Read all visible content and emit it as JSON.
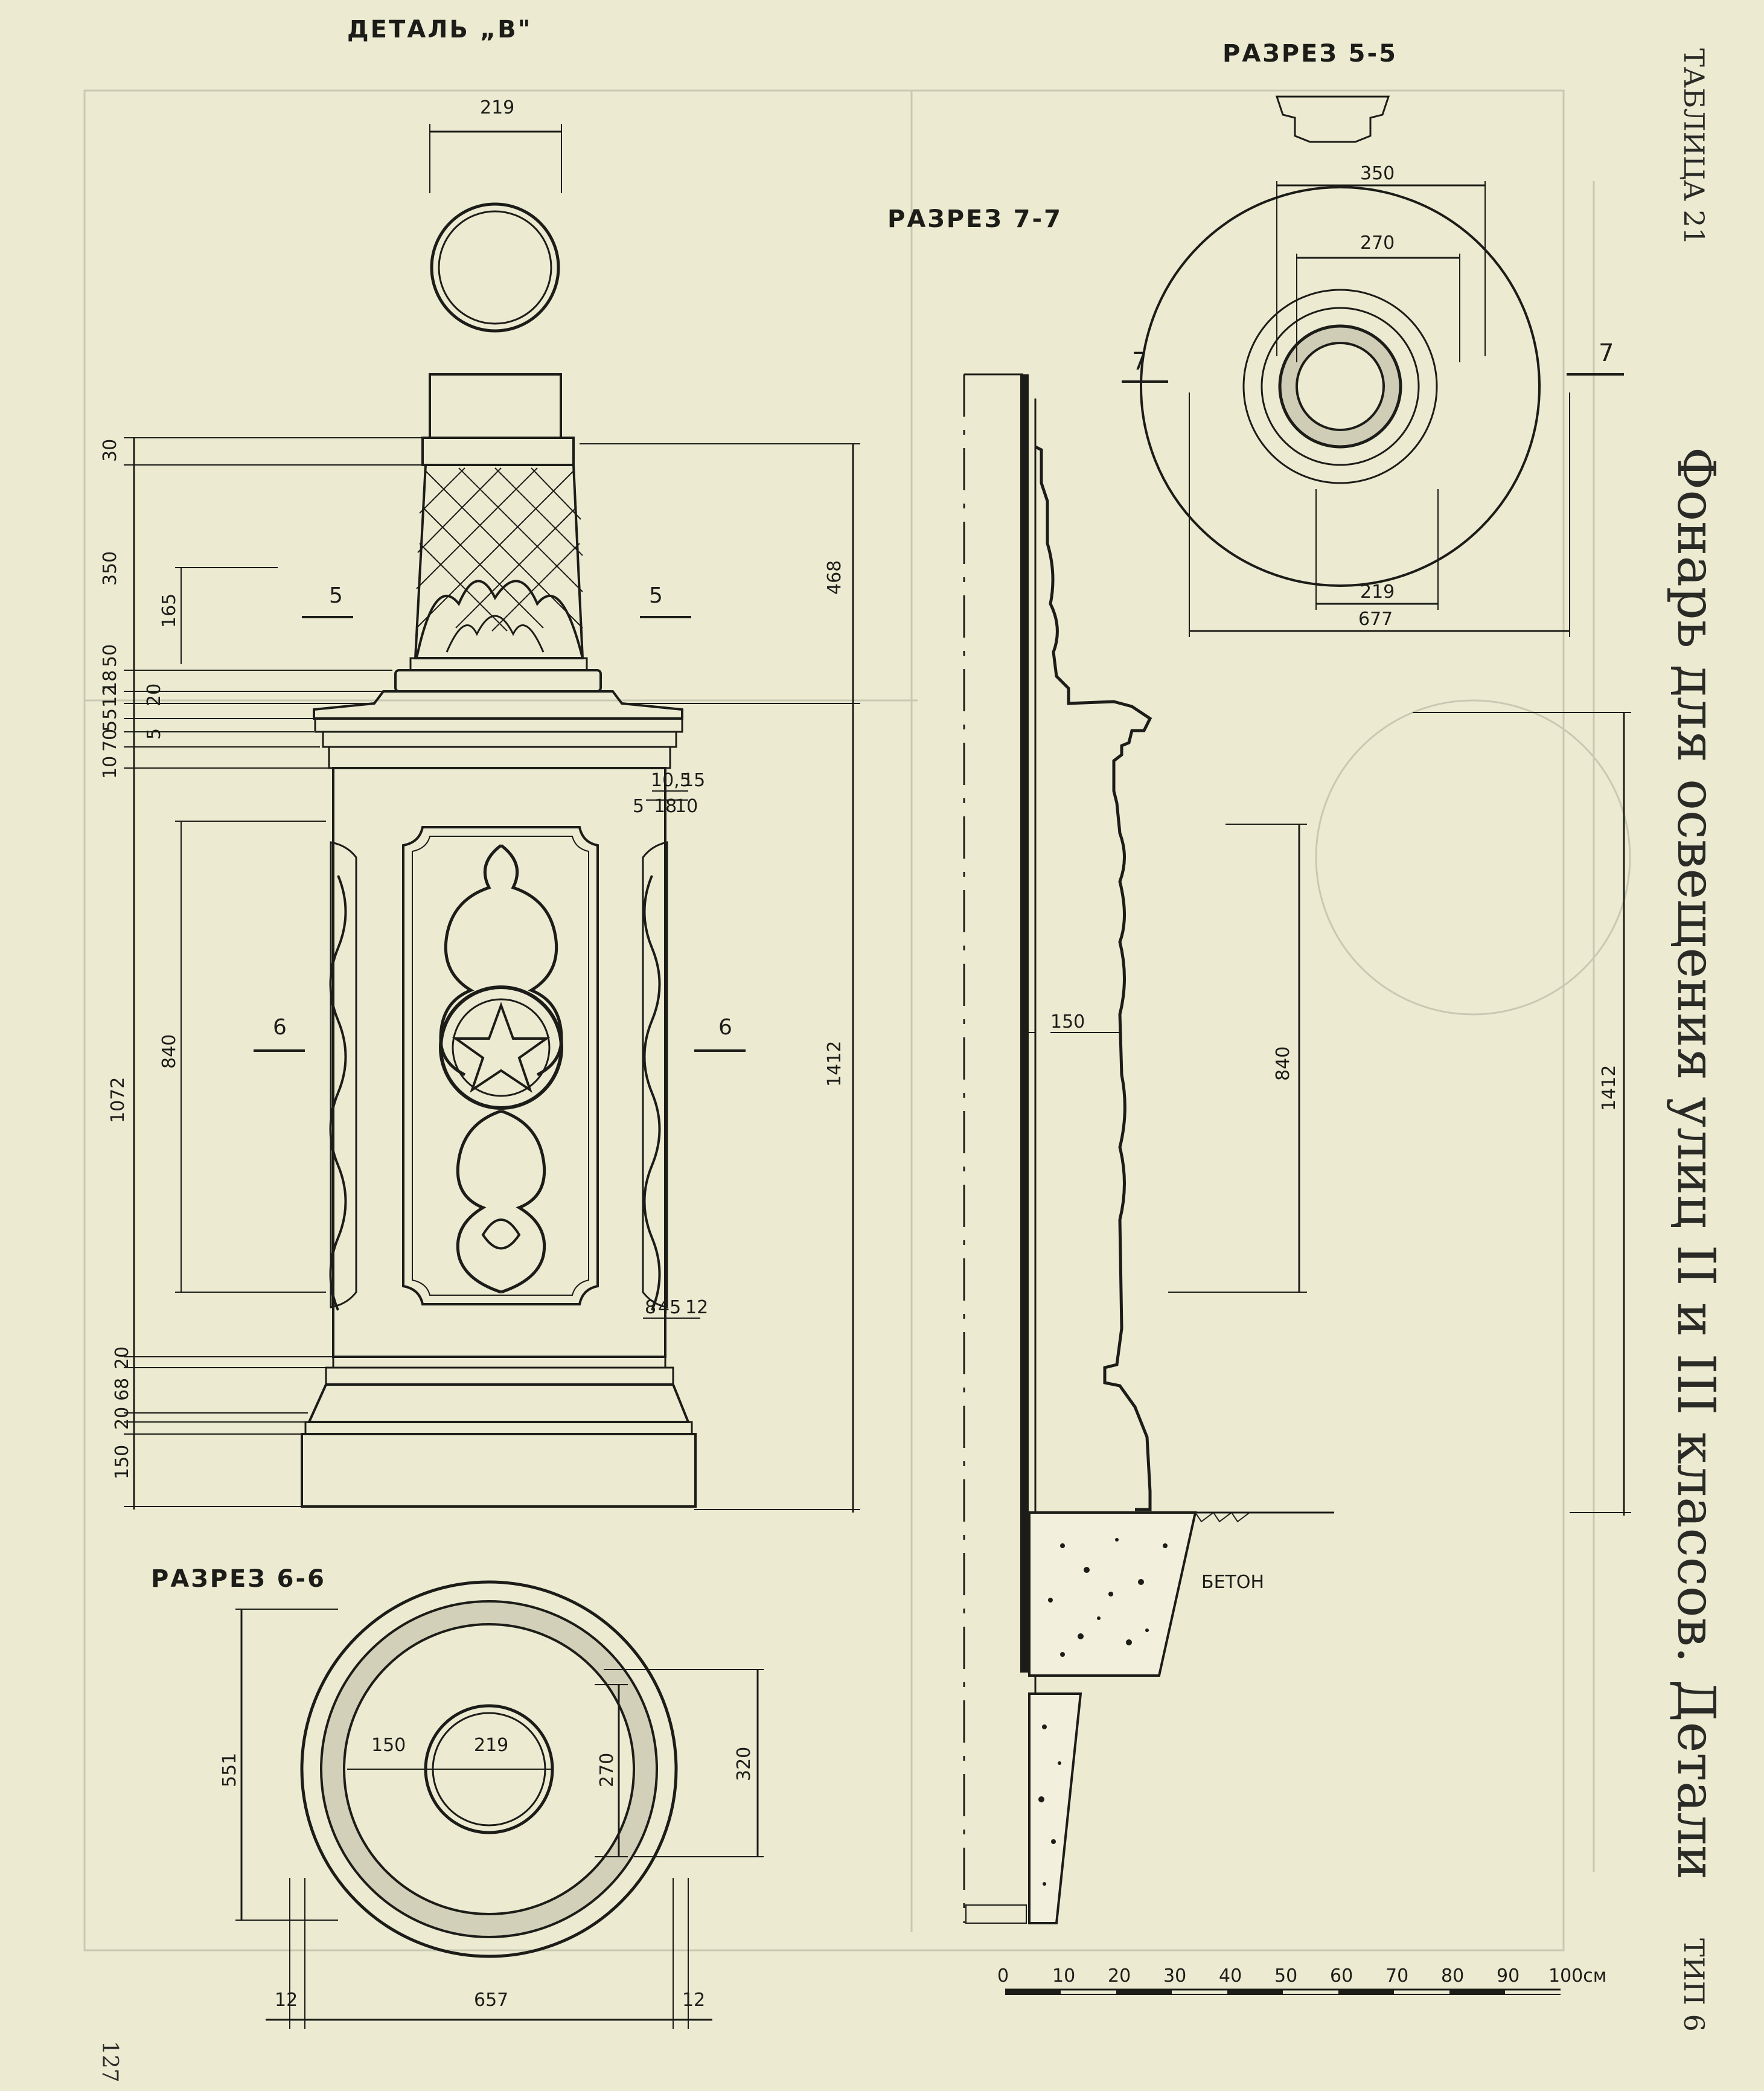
{
  "sheet": {
    "table_label": "ТАБЛИЦА 21",
    "title": "Фонарь для освещения улиц II и III классов. Детали",
    "type_label": "ТИП 6",
    "page_number": "127"
  },
  "views": {
    "detail_title": "ДЕТАЛЬ „В\"",
    "section_55_title": "РАЗРЕЗ 5-5",
    "section_77_title": "РАЗРЕЗ 7-7",
    "section_66_title": "РАЗРЕЗ 6-6",
    "cut_5": "5",
    "cut_6": "6",
    "cut_7": "7",
    "concrete_label": "БЕТОН"
  },
  "dims": {
    "top_219": "219",
    "left_30": "30",
    "left_350": "350",
    "left_165": "165",
    "left_50": "50",
    "left_18": "18",
    "left_12": "12",
    "left_5a": "5",
    "left_5b": "5",
    "left_20": "20",
    "left_70": "70",
    "left_10": "10",
    "left_5c": "5",
    "left_840": "840",
    "left_1072": "1072",
    "left_20b": "20",
    "left_68": "68",
    "left_20c": "20",
    "left_150": "150",
    "right_468": "468",
    "right_1412": "1412",
    "cornice_10_5": "10,5",
    "cornice_15": "15",
    "cornice_5": "5",
    "cornice_18": "18",
    "cornice_10": "10",
    "base_8": "8",
    "base_45": "45",
    "base_12": "12",
    "s77_150": "150",
    "s77_840": "840",
    "s77_1412": "1412",
    "s55_350": "350",
    "s55_270": "270",
    "s55_219": "219",
    "s55_677": "677",
    "s66_551": "551",
    "s66_150": "150",
    "s66_219": "219",
    "s66_270": "270",
    "s66_320": "320",
    "s66_657": "657",
    "s66_12a": "12",
    "s66_12b": "12"
  },
  "scale_bar": {
    "labels": [
      "0",
      "10",
      "20",
      "30",
      "40",
      "50",
      "60",
      "70",
      "80",
      "90",
      "100см"
    ]
  }
}
